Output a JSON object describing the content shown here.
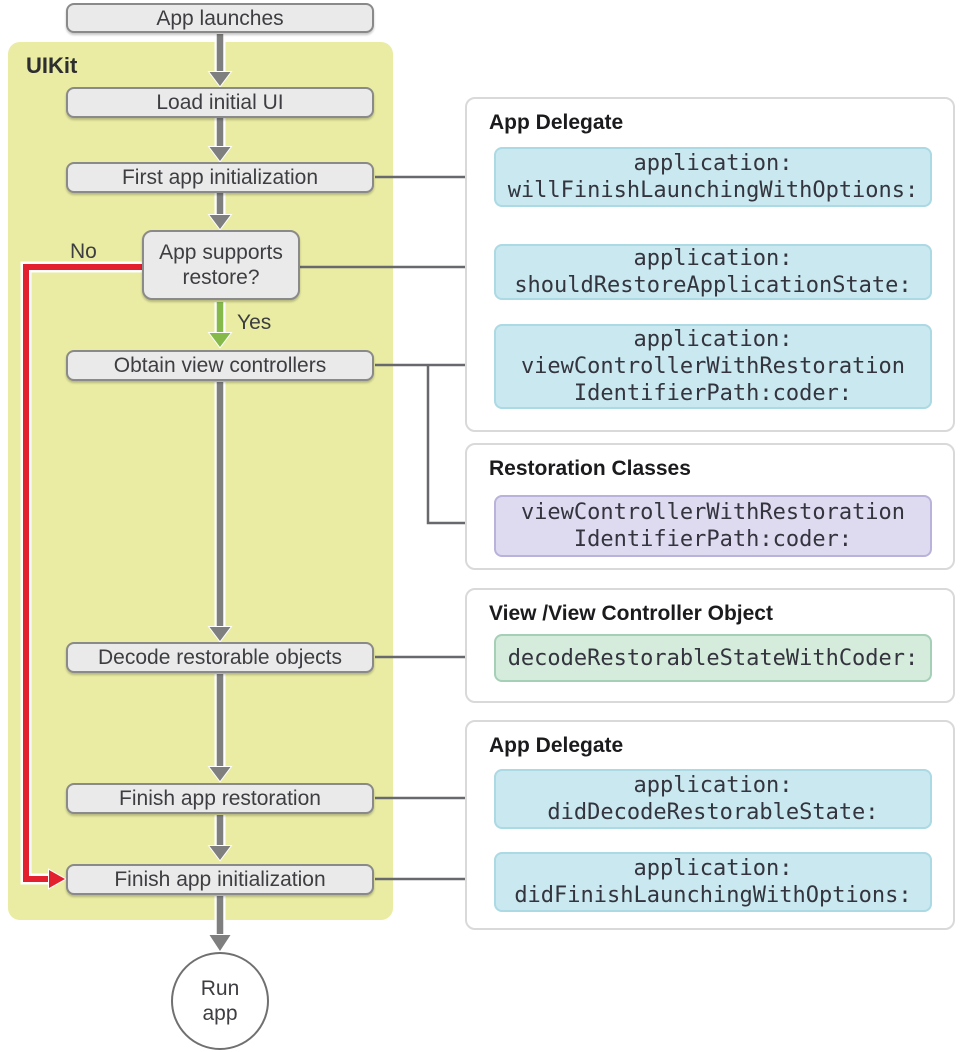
{
  "diagram": {
    "container_label": "UIKit",
    "nodes": {
      "app_launches": "App launches",
      "load_initial_ui": "Load initial UI",
      "first_app_initialization": "First app initialization",
      "app_supports_restore": "App supports restore?",
      "obtain_view_controllers": "Obtain view controllers",
      "decode_restorable_objects": "Decode restorable objects",
      "finish_app_restoration": "Finish app restoration",
      "finish_app_initialization": "Finish app initialization",
      "run_app": "Run\napp"
    },
    "branch_labels": {
      "no": "No",
      "yes": "Yes"
    },
    "panels": [
      {
        "title": "App Delegate",
        "methods": [
          {
            "text": "application:\nwillFinishLaunchingWithOptions:",
            "variant": "teal"
          },
          {
            "text": "application:\nshouldRestoreApplicationState:",
            "variant": "teal"
          },
          {
            "text": "application:\nviewControllerWithRestoration\nIdentifierPath:coder:",
            "variant": "teal"
          }
        ]
      },
      {
        "title": "Restoration Classes",
        "methods": [
          {
            "text": "viewControllerWithRestoration\nIdentifierPath:coder:",
            "variant": "purple"
          }
        ]
      },
      {
        "title": "View /View Controller Object",
        "methods": [
          {
            "text": "decodeRestorableStateWithCoder:",
            "variant": "green"
          }
        ]
      },
      {
        "title": "App Delegate",
        "methods": [
          {
            "text": "application:\ndidDecodeRestorableState:",
            "variant": "teal"
          },
          {
            "text": "application:\ndidFinishLaunchingWithOptions:",
            "variant": "teal"
          }
        ]
      }
    ],
    "colors": {
      "uikit_background": "#e9eca2",
      "node_fill": "#eaeaea",
      "node_border": "#8a8a8a",
      "arrow_gray": "#7f7f7f",
      "connector_gray": "#68696d",
      "no_branch_red": "#e2202e",
      "yes_branch_green": "#85ba4b",
      "method_teal": "#c9e8ef",
      "method_purple": "#dedbf0",
      "method_green": "#d5ebdc"
    }
  }
}
